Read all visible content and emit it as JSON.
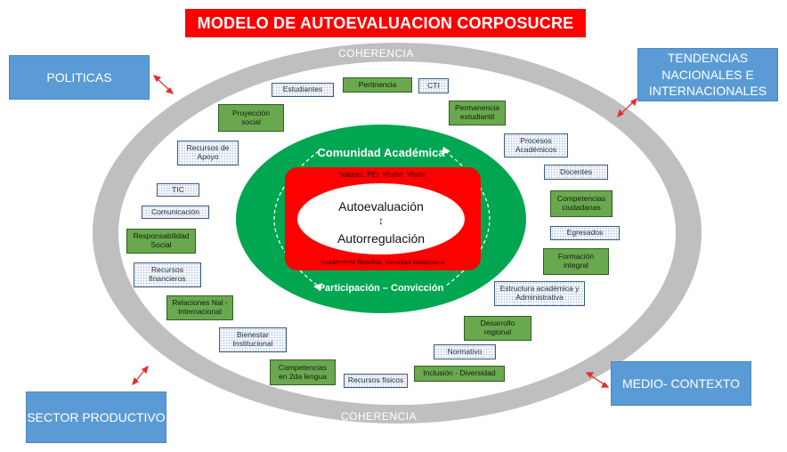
{
  "title": "MODELO DE AUTOEVALUACION CORPOSUCRE",
  "corners": {
    "politicas": "POLITICAS",
    "tendencias": "TENDENCIAS NACIONALES E INTERNACIONALES",
    "sector": "SECTOR PRODUCTIVO",
    "medio": "MEDIO- CONTEXTO"
  },
  "ring": {
    "top_label": "COHERENCIA",
    "bottom_label": "COHERENCIA"
  },
  "center": {
    "top": "Comunidad Académica",
    "bottom": "Participación – Convicción",
    "red_top": "Valores, PEI, Misión, Visión",
    "red_bottom": "Fundamento filosófico, identidad institucional",
    "auto1": "Autoevaluación",
    "auto2": "Autorregulación",
    "arrow": "↕"
  },
  "items": {
    "estudiantes": "Estudiantes",
    "pertinencia": "Pertinencia",
    "cti": "CTI",
    "permanencia": "Permanencia estudiantil",
    "proyeccion": "Proyección social",
    "recursos_apoyo": "Recursos de Apoyo",
    "procesos": "Procesos Académicos",
    "docentes": "Docentes",
    "tic": "TIC",
    "competencias_ciud": "Competencias ciudadanas",
    "comunicacion": "Comunicación",
    "egresados": "Egresados",
    "responsabilidad": "Responsabilidad Social",
    "formacion": "Formación integral",
    "recursos_fin": "Recursos financieros",
    "estructura": "Estructura académica y Administrativa",
    "relaciones": "Relaciones Nal - Internacional",
    "desarrollo": "Desarrollo regional",
    "bienestar": "Bienestar Institucional",
    "normativo": "Normativo",
    "competencias_2da": "Competencias en 2da lengua",
    "recursos_fis": "Recursos físicos",
    "inclusion": "Inclusión - Diversidad"
  },
  "colors": {
    "title_red": "#ff0000",
    "corner_blue": "#5b9bd5",
    "ring_gray": "#bfbfbf",
    "green": "#00a650",
    "item_green": "#6aa84f"
  }
}
